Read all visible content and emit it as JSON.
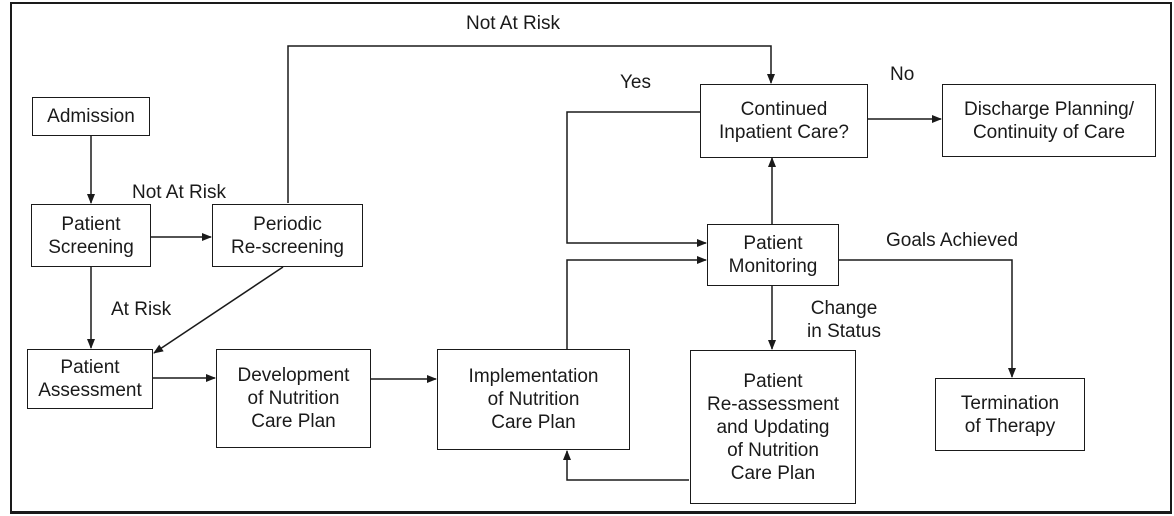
{
  "boxes": {
    "admission": "Admission",
    "screening": "Patient\nScreening",
    "rescreening": "Periodic\nRe-screening",
    "assessment": "Patient\nAssessment",
    "development": "Development\nof Nutrition\nCare Plan",
    "implementation": "Implementation\nof Nutrition\nCare Plan",
    "continued": "Continued\nInpatient Care?",
    "discharge": "Discharge Planning/\nContinuity of Care",
    "monitoring": "Patient\nMonitoring",
    "reassessment": "Patient\nRe-assessment\nand Updating\nof Nutrition\nCare Plan",
    "termination": "Termination\nof Therapy"
  },
  "labels": {
    "not_at_risk_top": "Not At Risk",
    "not_at_risk_left": "Not At Risk",
    "at_risk": "At Risk",
    "yes": "Yes",
    "no": "No",
    "goals_achieved": "Goals Achieved",
    "change_in_status": "Change\nin Status"
  }
}
